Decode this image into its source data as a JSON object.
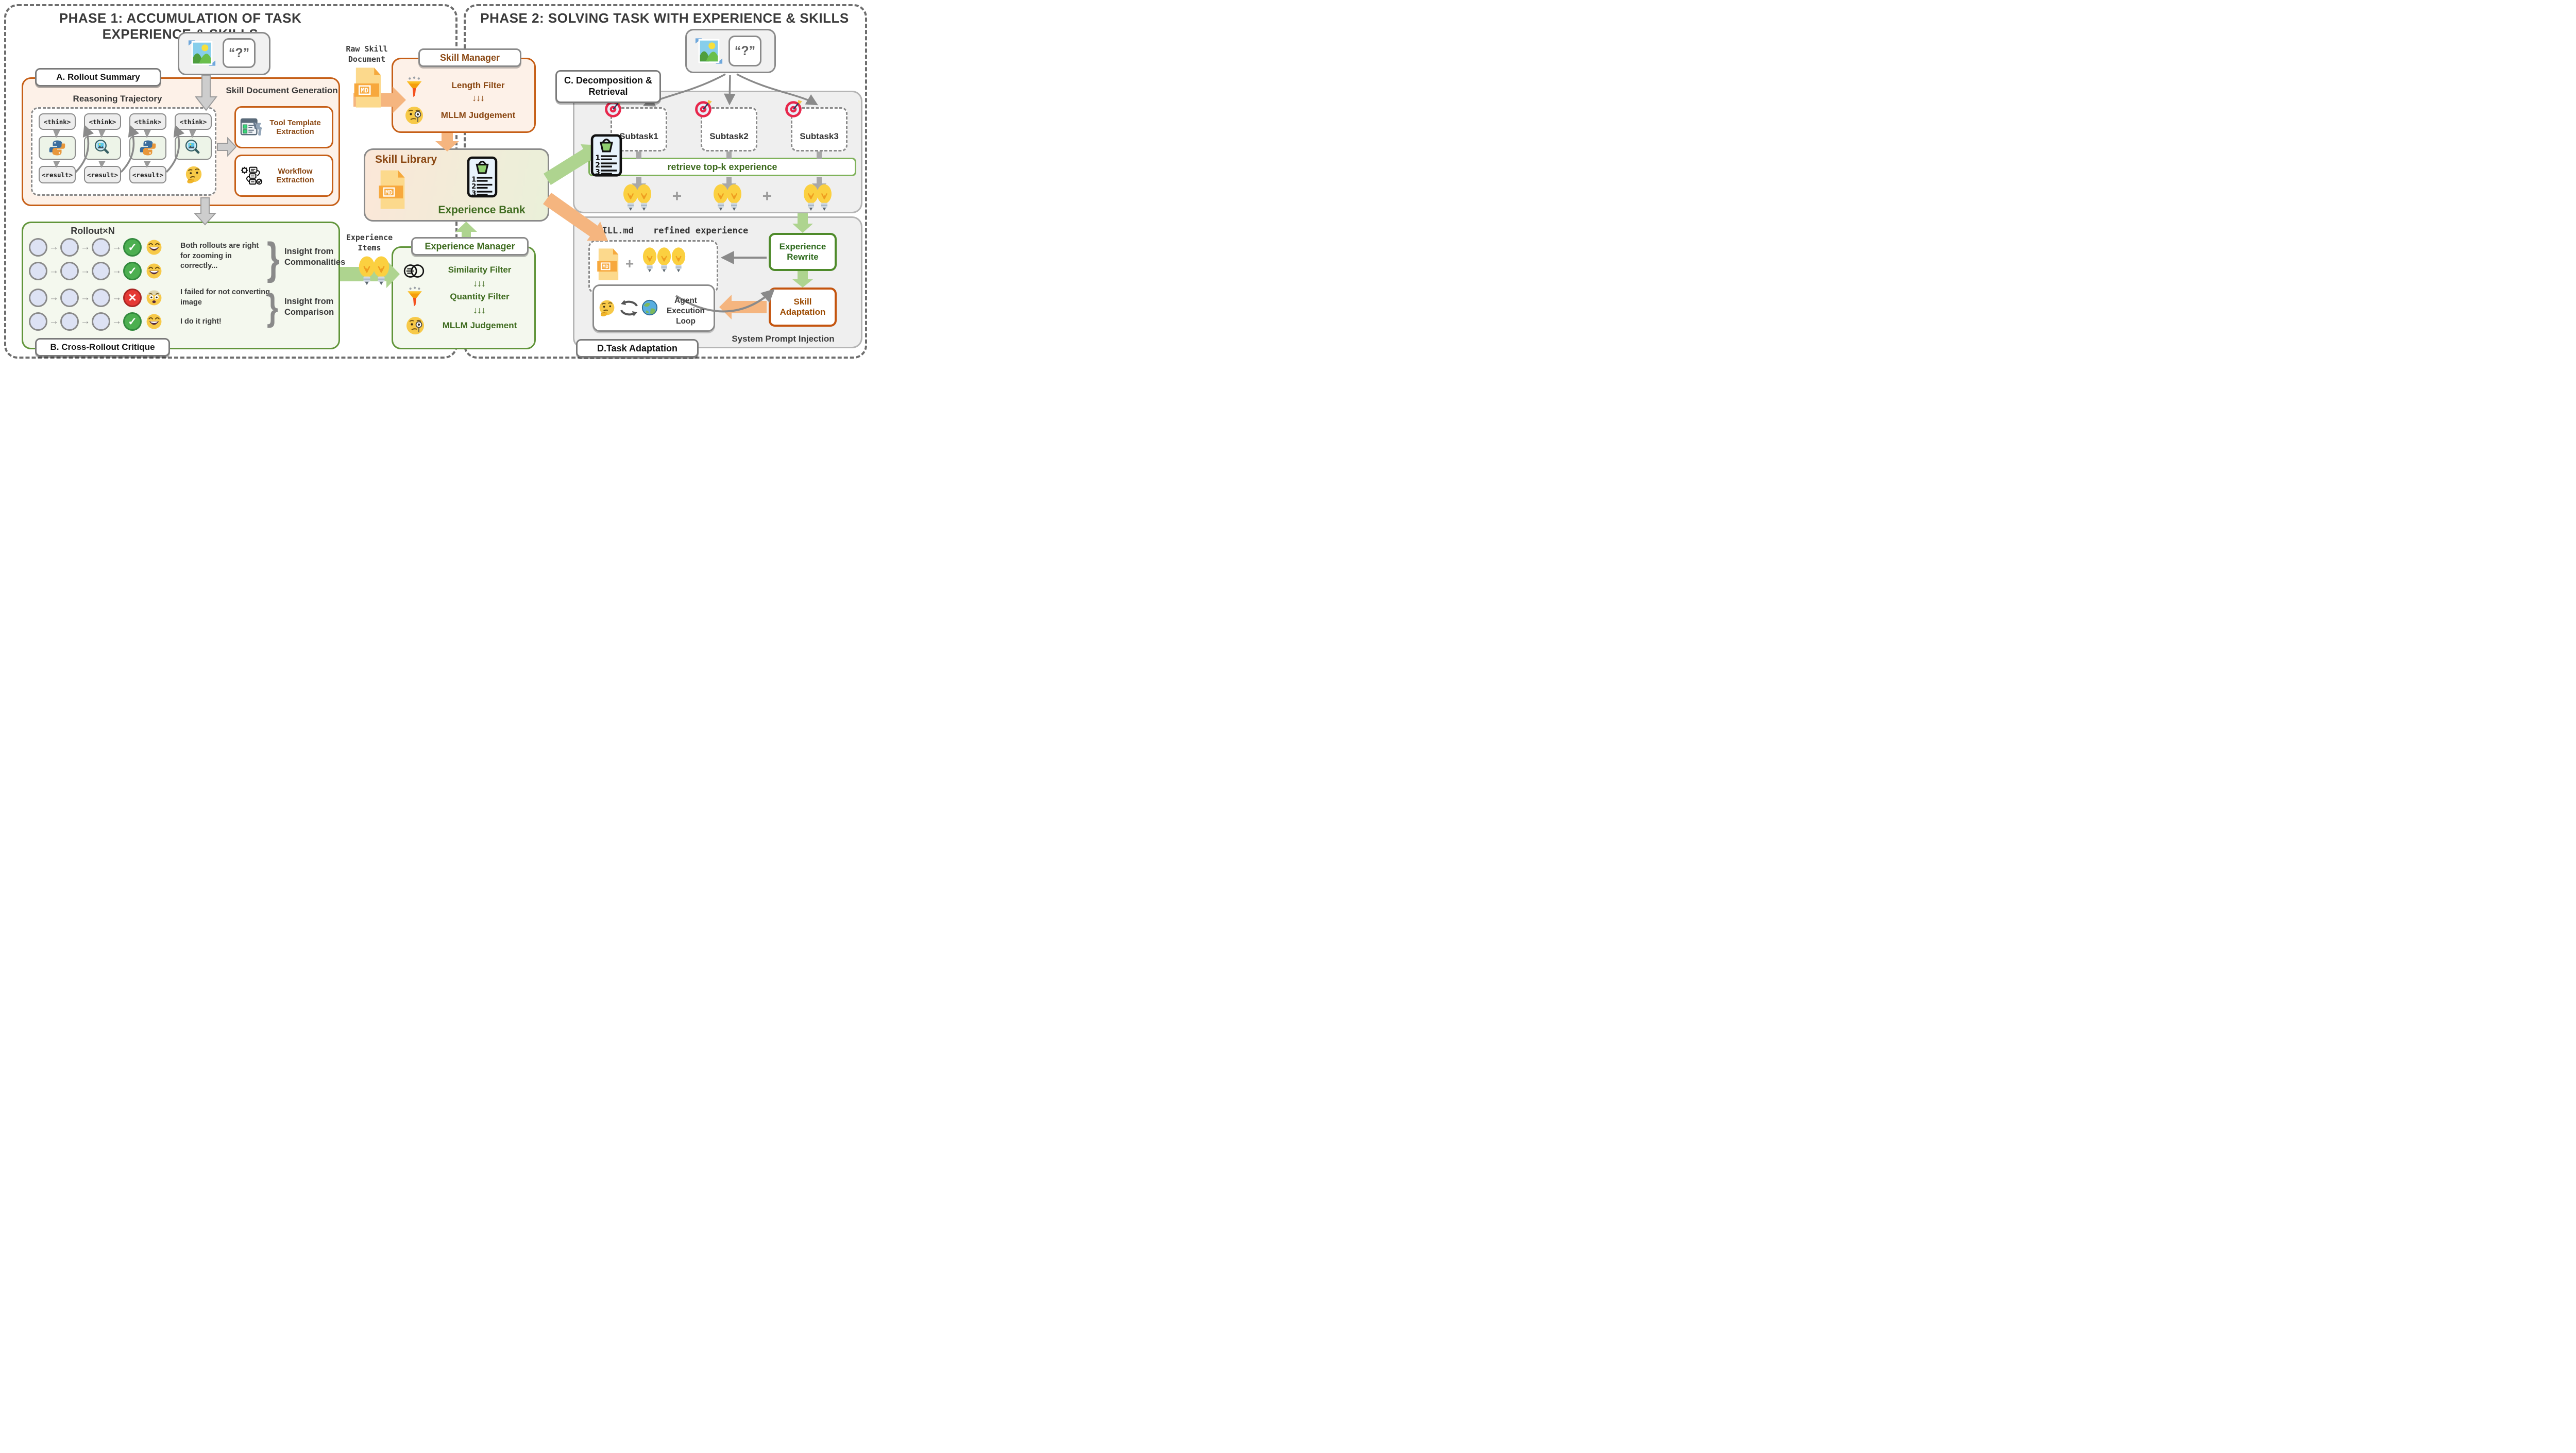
{
  "phase1": {
    "title": "PHASE 1: ACCUMULATION OF TASK EXPERIENCE & SKILLS",
    "image_query_label": "Image and Query:",
    "query_mark": "“?”",
    "rollout_summary": {
      "label": "A. Rollout Summary",
      "reasoning_title": "Reasoning Trajectory",
      "generation_title": "Skill Document Generation",
      "think": "<think>",
      "result": "<result>",
      "tool_template": "Tool Template Extraction",
      "workflow": "Workflow Extraction"
    },
    "critique": {
      "label": "B. Cross-Rollout Critique",
      "rollout_n": "Rollout×N",
      "quote_common": "Both rollouts are right for zooming in correctly...",
      "quote_fail": "I failed for not converting image",
      "quote_right": "I do it right!",
      "insight_common": "Insight from Commonalities",
      "insight_comparison": "Insight from Comparison",
      "brace": "}"
    }
  },
  "pipeline": {
    "raw_skill_document": "Raw Skill Document",
    "md_label": "MD",
    "skill_manager": {
      "title": "Skill Manager",
      "length_filter": "Length Filter",
      "arrows": "↓↓↓",
      "mllm_judgement": "MLLM Judgement"
    },
    "library": {
      "skill_library": "Skill Library",
      "experience_bank": "Experience Bank"
    },
    "experience_items": "Experience Items",
    "experience_manager": {
      "title": "Experience Manager",
      "similarity_filter": "Similarity Filter",
      "arrows1": "↓↓↓",
      "quantity_filter": "Quantity Filter",
      "arrows2": "↓↓↓",
      "mllm_judgement": "MLLM Judgement"
    }
  },
  "phase2": {
    "title": "PHASE 2: SOLVING TASK WITH EXPERIENCE & SKILLS",
    "image_query_label": "Image and Query:",
    "query_mark": "“?”",
    "decomposition": {
      "label": "C. Decomposition & Retrieval",
      "subtasks": [
        "Subtask1",
        "Subtask2",
        "Subtask3"
      ],
      "retrieve": "retrieve top-k experience",
      "plus": "+"
    },
    "adaptation": {
      "label": "D.Task Adaptation",
      "skill_md": "SKILL.md",
      "refined": "refined experience",
      "plus": "+",
      "experience_rewrite": "Experience Rewrite",
      "skill_adaptation": "Skill Adaptation",
      "agent_loop": "Agent Execution Loop",
      "system_prompt": "System Prompt Injection"
    }
  },
  "icons": {
    "check": "✓",
    "cross": "✕"
  }
}
